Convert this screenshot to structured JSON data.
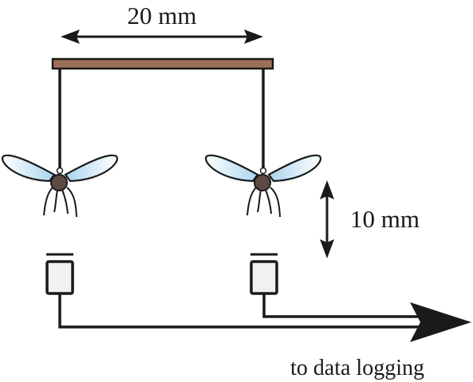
{
  "labels": {
    "width_dimension": "20 mm",
    "height_dimension": "10 mm",
    "output_destination": "to data logging"
  },
  "colors": {
    "bar": "#9c7057",
    "line": "#1a1a1a",
    "wing_tip": "#ffffff",
    "wing_base": "#a9d4ee",
    "body": "#5e4a45",
    "sensor_fill": "#f1f1f1"
  },
  "diagram": {
    "mosquito_count": 2,
    "sensor_count": 2
  }
}
